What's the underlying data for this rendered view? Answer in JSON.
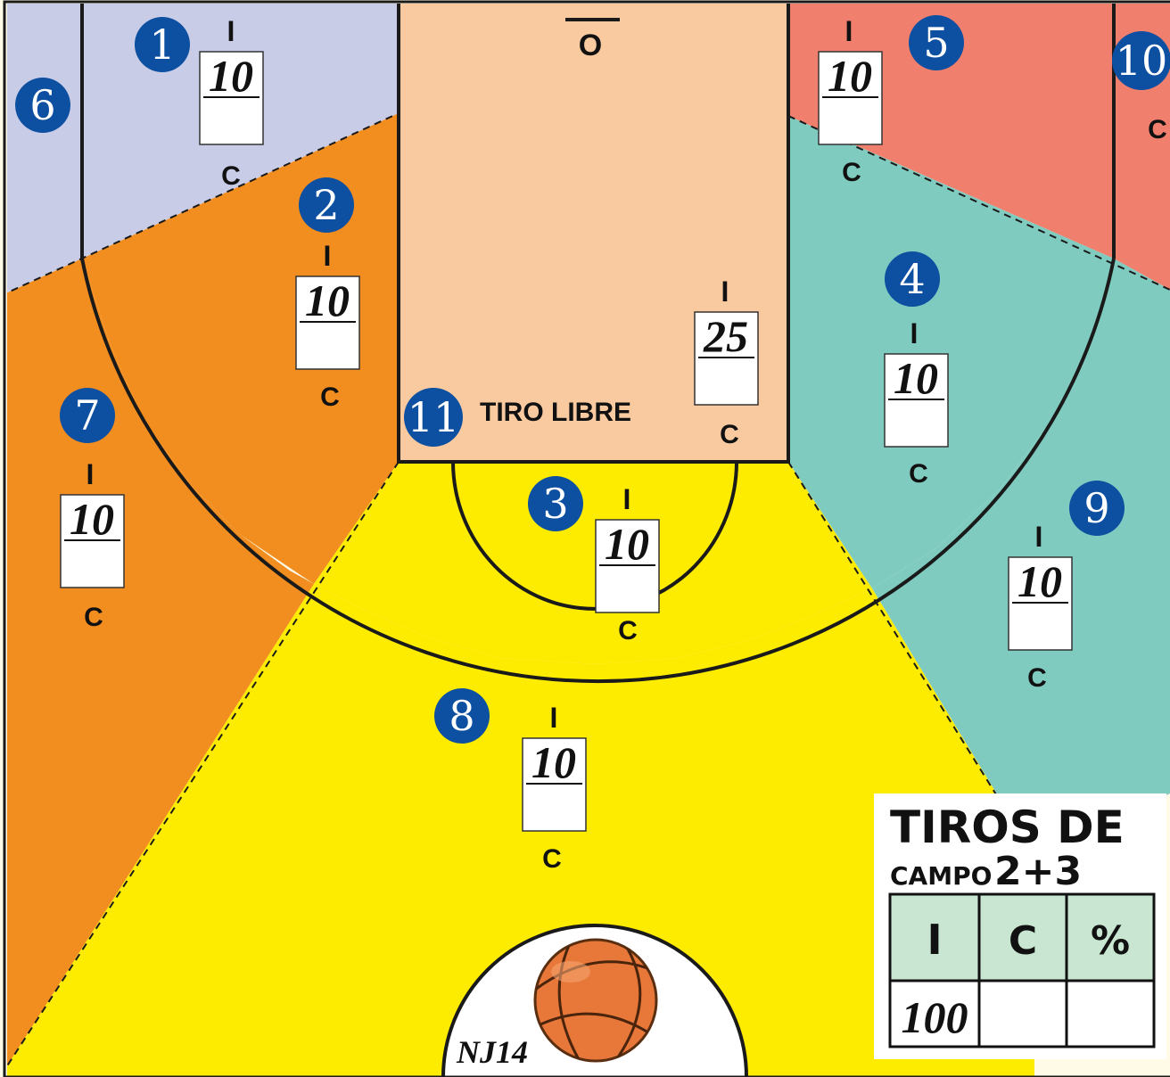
{
  "colors": {
    "zone_lavender": "#c8cce6",
    "zone_orange": "#f28d1f",
    "zone_paint": "#f9caa0",
    "zone_salmon": "#f07f6d",
    "zone_teal": "#80cbc0",
    "zone_yellow": "#fdec00",
    "badge_blue": "#0d4fa0",
    "line": "#1a1a1a",
    "header_green": "#c8e6d2"
  },
  "paint": {
    "top_label": "O",
    "free_throw_label": "TIRO LIBRE"
  },
  "letters": {
    "intentos": "I",
    "convertidos": "C"
  },
  "zones": [
    {
      "num": "1",
      "value": "10",
      "color": "zone_lavender"
    },
    {
      "num": "2",
      "value": "10",
      "color": "zone_orange"
    },
    {
      "num": "3",
      "value": "10",
      "color": "zone_yellow"
    },
    {
      "num": "4",
      "value": "10",
      "color": "zone_teal"
    },
    {
      "num": "5",
      "value": "10",
      "color": "zone_salmon"
    },
    {
      "num": "6",
      "value": "",
      "color": "zone_lavender"
    },
    {
      "num": "7",
      "value": "10",
      "color": "zone_orange"
    },
    {
      "num": "8",
      "value": "10",
      "color": "zone_yellow"
    },
    {
      "num": "9",
      "value": "10",
      "color": "zone_teal"
    },
    {
      "num": "10",
      "value": "",
      "color": "zone_salmon"
    },
    {
      "num": "11",
      "value": "25",
      "color": "zone_paint"
    }
  ],
  "summary": {
    "title": "TIROS DE",
    "subtitle_small": "CAMPO",
    "subtitle_big": "2+3",
    "headers": [
      "I",
      "C",
      "%"
    ],
    "values": [
      "100",
      "",
      ""
    ]
  },
  "watermark": "NJ14",
  "ball_icon": "basketball-icon"
}
